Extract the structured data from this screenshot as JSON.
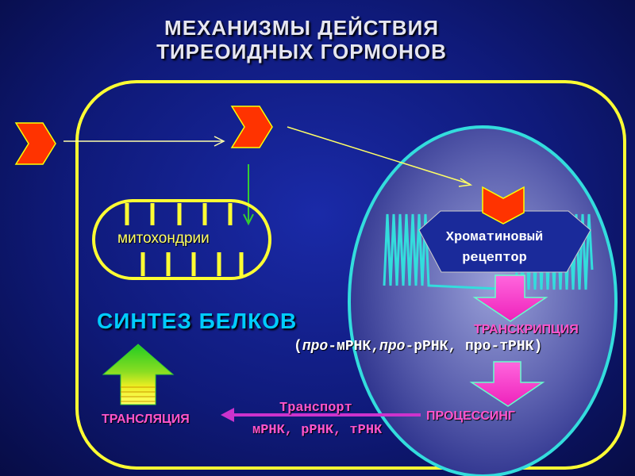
{
  "title": {
    "line1": "МЕХАНИЗМЫ  ДЕЙСТВИЯ",
    "line2": "ТИРЕОИДНЫХ  ГОРМОНОВ"
  },
  "labels": {
    "mitochondria": "митохондрии",
    "receptor_line1": "Хроматиновый",
    "receptor_line2": "рецептор",
    "protein_synthesis": "СИНТЕЗ  БЕЛКОВ",
    "transcription": "ТРАНСКРИПЦИЯ",
    "pro_open": "(",
    "pro1": "про",
    "pro1_rest": "-мРНК,",
    "pro2": "про",
    "pro2_rest": "-рРНК, про-тРНК)",
    "transport": "Транспорт",
    "transport_rna": "мРНК, рРНК, тРНК",
    "processing": "ПРОЦЕССИНГ",
    "translation": "ТРАНСЛЯЦИЯ"
  },
  "colors": {
    "cell_border": "#ffff33",
    "nucleus_border": "#33dddd",
    "hormone": "#ff3300",
    "hormone_border": "#ffff00",
    "magenta_arrow": "#ff33cc",
    "green_arrow": "#33cc33",
    "transport_arrow": "#cc33cc"
  }
}
